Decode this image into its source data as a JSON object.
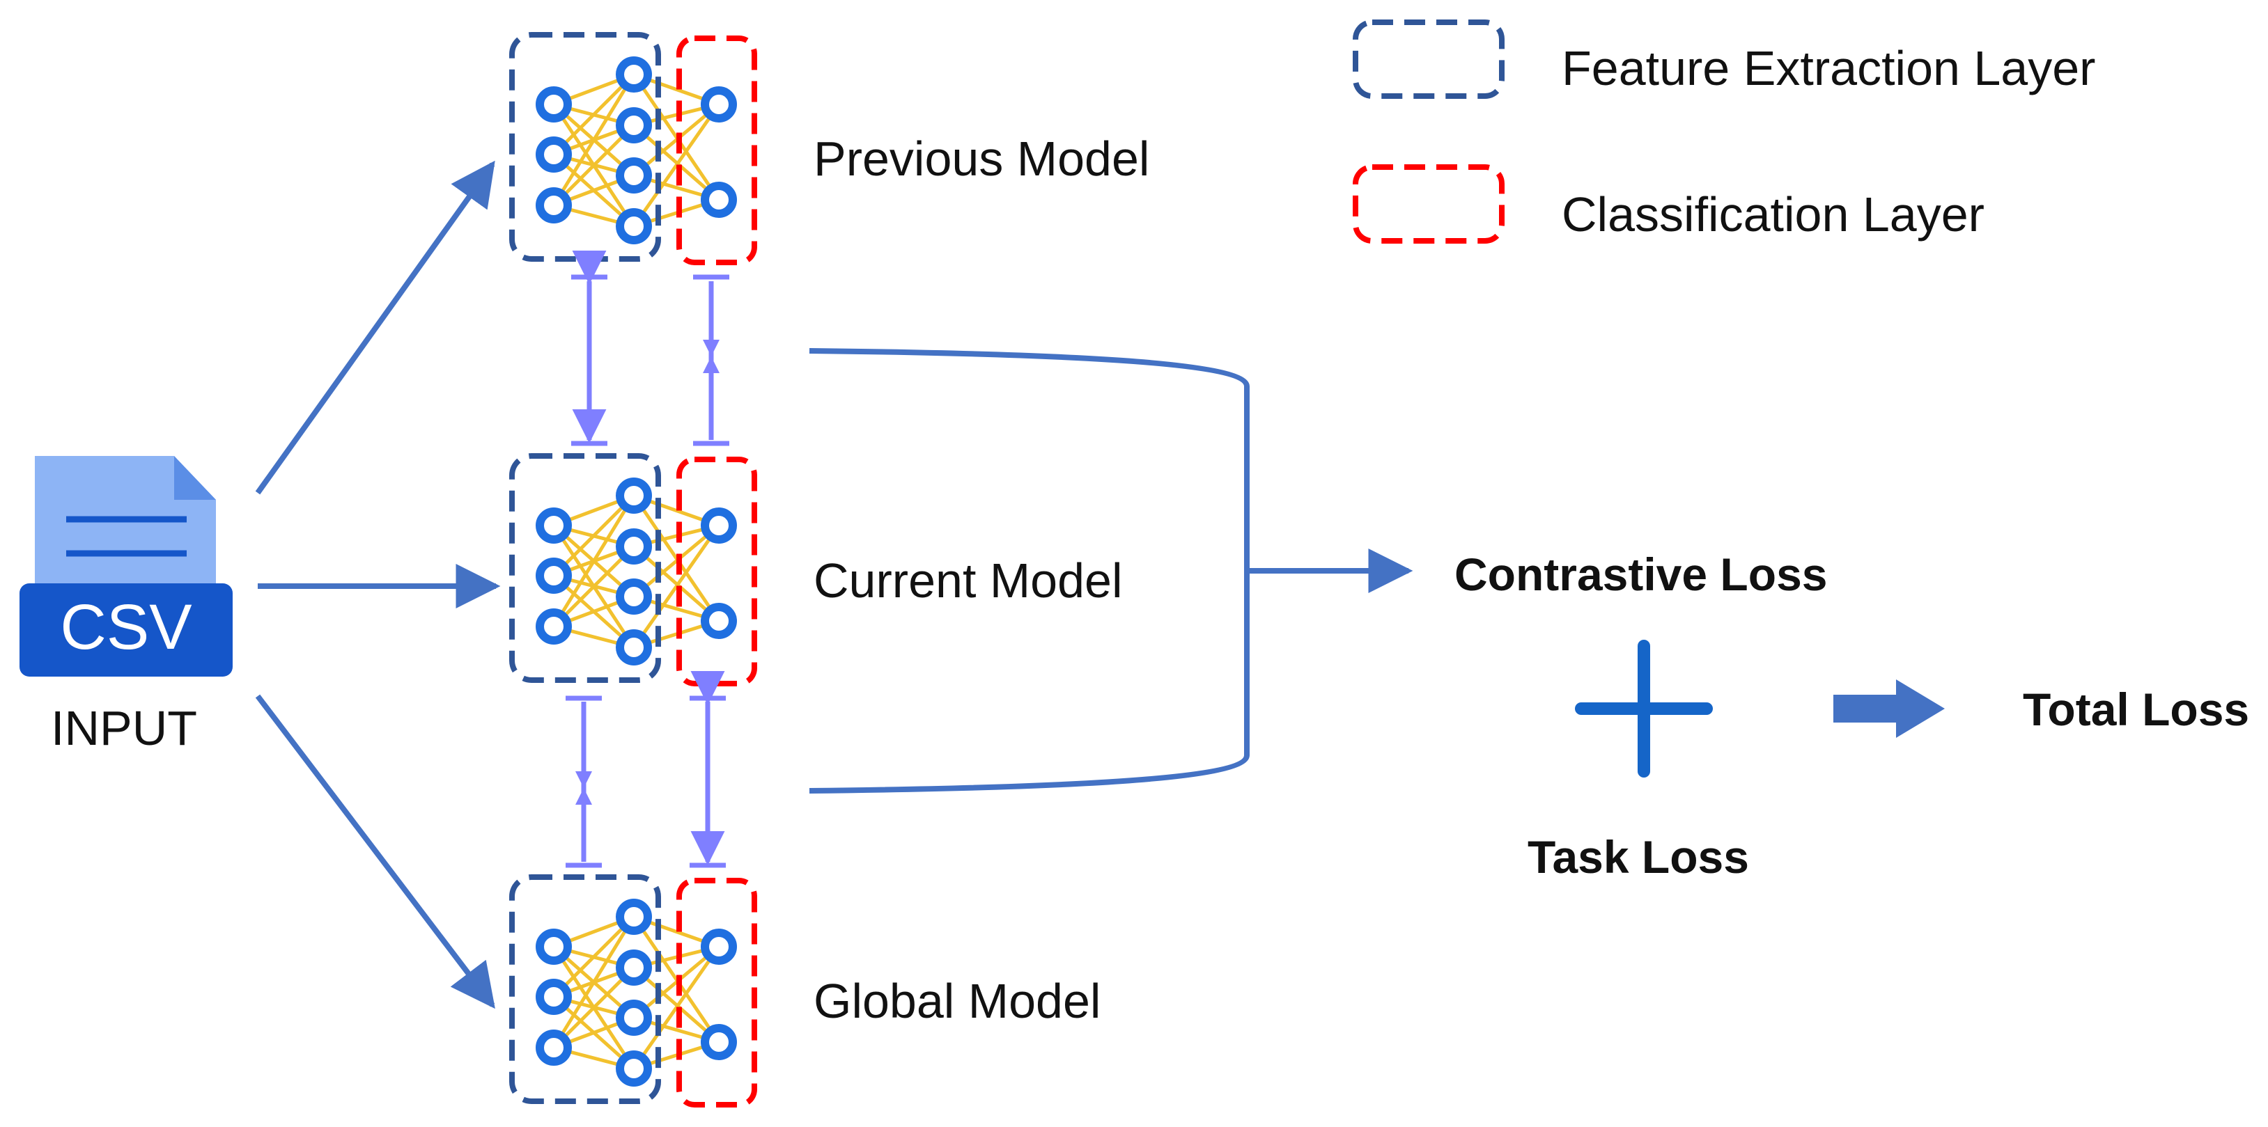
{
  "input": {
    "file_badge": "CSV",
    "label": "INPUT",
    "icon": "csv-file-icon"
  },
  "models": [
    {
      "id": "previous",
      "label": "Previous Model"
    },
    {
      "id": "current",
      "label": "Current Model"
    },
    {
      "id": "global",
      "label": "Global Model"
    }
  ],
  "legend": {
    "feature_extraction": "Feature Extraction Layer",
    "classification": "Classification Layer"
  },
  "losses": {
    "contrastive": "Contrastive Loss",
    "task": "Task Loss",
    "total": "Total Loss",
    "plus_icon": "plus-icon",
    "arrow_icon": "right-arrow-icon"
  },
  "colors": {
    "flow_arrow": "#4472C4",
    "feature_box": "#2F5597",
    "classification_box": "#FF0000",
    "neuron": "#1F6FE0",
    "connection": "#F2C12E",
    "comparison_arrow": "#7F7FFF",
    "csv_doc": "#8DB4F5",
    "csv_band": "#1556C9"
  }
}
